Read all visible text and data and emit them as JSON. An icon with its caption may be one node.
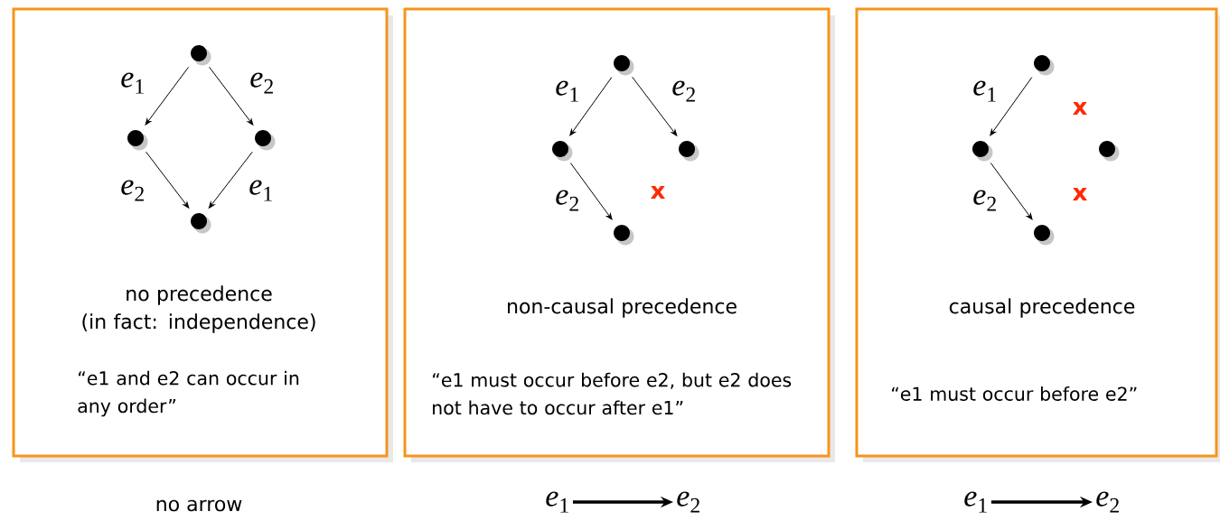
{
  "diagram": {
    "nodes": [
      {
        "text": [
          "no precedence",
          "(in fact: independence)",
          "“e1 and e2 can occur in any order”"
        ]
      },
      {
        "text": [],
        "shape": "circle",
        "in": 0
      },
      {
        "text": [],
        "shape": "circle",
        "in": 0
      },
      {
        "text": [],
        "shape": "circle",
        "in": 0
      },
      {
        "text": [],
        "shape": "circle",
        "in": 0
      },
      {
        "text": [
          "non-causal precedence",
          "“e1 must occur before e2, but e2 does not have to occur after e1”"
        ]
      },
      {
        "text": [],
        "shape": "circle",
        "in": 5
      },
      {
        "text": [],
        "shape": "circle",
        "in": 5
      },
      {
        "text": [],
        "shape": "circle",
        "in": 5
      },
      {
        "text": [],
        "shape": "circle",
        "in": 5
      },
      {
        "text": [
          "causal precedence",
          "“e1 must occur before e2”"
        ]
      },
      {
        "text": [],
        "shape": "circle",
        "in": 10
      },
      {
        "text": [],
        "shape": "circle",
        "in": 10
      },
      {
        "text": [],
        "shape": "circle",
        "in": 10
      },
      {
        "text": [],
        "shape": "circle",
        "in": 10
      },
      {
        "text": [
          "*e*$_{1}$"
        ]
      },
      {
        "text": [
          "*e*$_{2}$"
        ]
      },
      {
        "text": [
          "*e*$_{1}$"
        ]
      },
      {
        "text": [
          "*e*$_{2}$"
        ]
      }
    ],
    "edges": [
      {
        "from": 1,
        "to": 2,
        "arrow": "to",
        "label": "*e*$_{1}$"
      },
      {
        "from": 1,
        "to": 3,
        "arrow": "to",
        "label": "*e*$_{2}$"
      },
      {
        "from": 2,
        "to": 4,
        "arrow": "to",
        "label": "*e*$_{2}$"
      },
      {
        "from": 3,
        "to": 4,
        "arrow": "to",
        "label": "*e*$_{1}$"
      },
      {
        "from": 6,
        "to": 7,
        "arrow": "to",
        "label": "*e*$_{1}$"
      },
      {
        "from": 6,
        "to": 8,
        "arrow": "to",
        "label": "*e*$_{2}$"
      },
      {
        "from": 7,
        "to": 9,
        "arrow": "to",
        "label": "*e*$_{2}$"
      },
      {
        "from": 11,
        "to": 12,
        "arrow": "to",
        "label": "*e*$_{1}$"
      },
      {
        "from": 12,
        "to": 14,
        "arrow": "to",
        "label": "*e*$_{2}$"
      },
      {
        "from": 15,
        "to": 16,
        "arrow": "to",
        "style": "thick"
      },
      {
        "from": 17,
        "to": 18,
        "arrow": "to",
        "style": "thick"
      }
    ],
    "labels": [
      "x",
      "x",
      "x",
      "no arrow"
    ]
  }
}
